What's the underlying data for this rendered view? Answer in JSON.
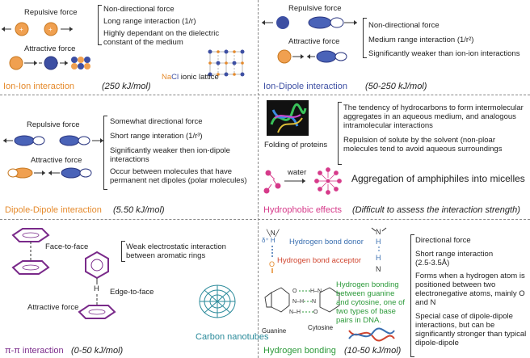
{
  "p1": {
    "repulsive": "Repulsive force",
    "attractive": "Attractive force",
    "bullets": [
      "Non-directional force",
      "Long range interaction (1/r)",
      "Highly dependant on the dielectric",
      "constant of the medium"
    ],
    "nacl": "ionic lattice",
    "na": "Na",
    "cl": "Cl",
    "title": "Ion-Ion interaction",
    "energy": "(250 kJ/mol)"
  },
  "p2": {
    "repulsive": "Repulsive force",
    "attractive": "Attractive force",
    "bullets": [
      "Non-directional force",
      "Medium range interaction (1/r²)",
      "Significantly weaker than ion-ion interactions"
    ],
    "title": "Ion-Dipole interaction",
    "energy": "(50-250 kJ/mol)"
  },
  "p3": {
    "repulsive": "Repulsive force",
    "attractive": "Attractive force",
    "bullets": [
      "Somewhat directional force",
      "Short range interation (1/r³)",
      "Significantly weaker then ion-dipole",
      "interactions",
      "Occur between molecules that have",
      "permanent net dipoles (polar molecules)"
    ],
    "title": "Dipole-Dipole interaction",
    "energy": "(5.50 kJ/mol)"
  },
  "p4": {
    "folding": "Folding of proteins",
    "bullets": [
      "The tendency of hydrocarbons to form intermolecular",
      "aggregates in an aqueous medium, and analogous",
      "intramolecular interactions",
      "Repulsion of solute by the solvent (non-ploar",
      "molecules tend to avoid aqueous surroundings"
    ],
    "water": "water",
    "micelle": "Aggregation of amphiphiles into micelles",
    "title": "Hydrophobic effects",
    "energy": "(Difficult to assess the interaction strength)"
  },
  "p5": {
    "face": "Face-to-face",
    "edge": "Edge-to-face",
    "attractive": "Attractive force",
    "bullets": [
      "Weak electrostatic interaction",
      "between aromatic rings"
    ],
    "nanotubes": "Carbon nanotubes",
    "title": "π-π interaction",
    "energy": "(0-50 kJ/mol)"
  },
  "p6": {
    "donor": "Hydrogen bond donor",
    "acceptor": "Hydrogen bond acceptor",
    "delta": "δ⁺ H",
    "guanine": "Guanine",
    "cytosine": "Cytosine",
    "green": [
      "Hydrogen bonding",
      "between guanine",
      "and cytosine, one of",
      "two types of base",
      "pairs in DNA."
    ],
    "bullets": [
      "Directional force",
      "Short range interaction",
      "(2.5-3.5Å)",
      "Forms when a hydrogen atom is",
      "positioned between two",
      "electronegative atoms, mainly O",
      "and N",
      "Special case of dipole-dipole",
      "interactions, but can be",
      "significantly stronger than typical",
      "dipole-dipole"
    ],
    "title": "Hydrogen bonding",
    "energy": "(10-50 kJ/mol)"
  },
  "colors": {
    "orange": "#e58a2c",
    "blue": "#3d4fa3",
    "purple": "#7a2a8a",
    "magenta": "#d63a8a",
    "teal": "#2a8a9a",
    "green": "#2c9a3a",
    "hblue": "#3a6fb0",
    "red": "#d0452f"
  }
}
